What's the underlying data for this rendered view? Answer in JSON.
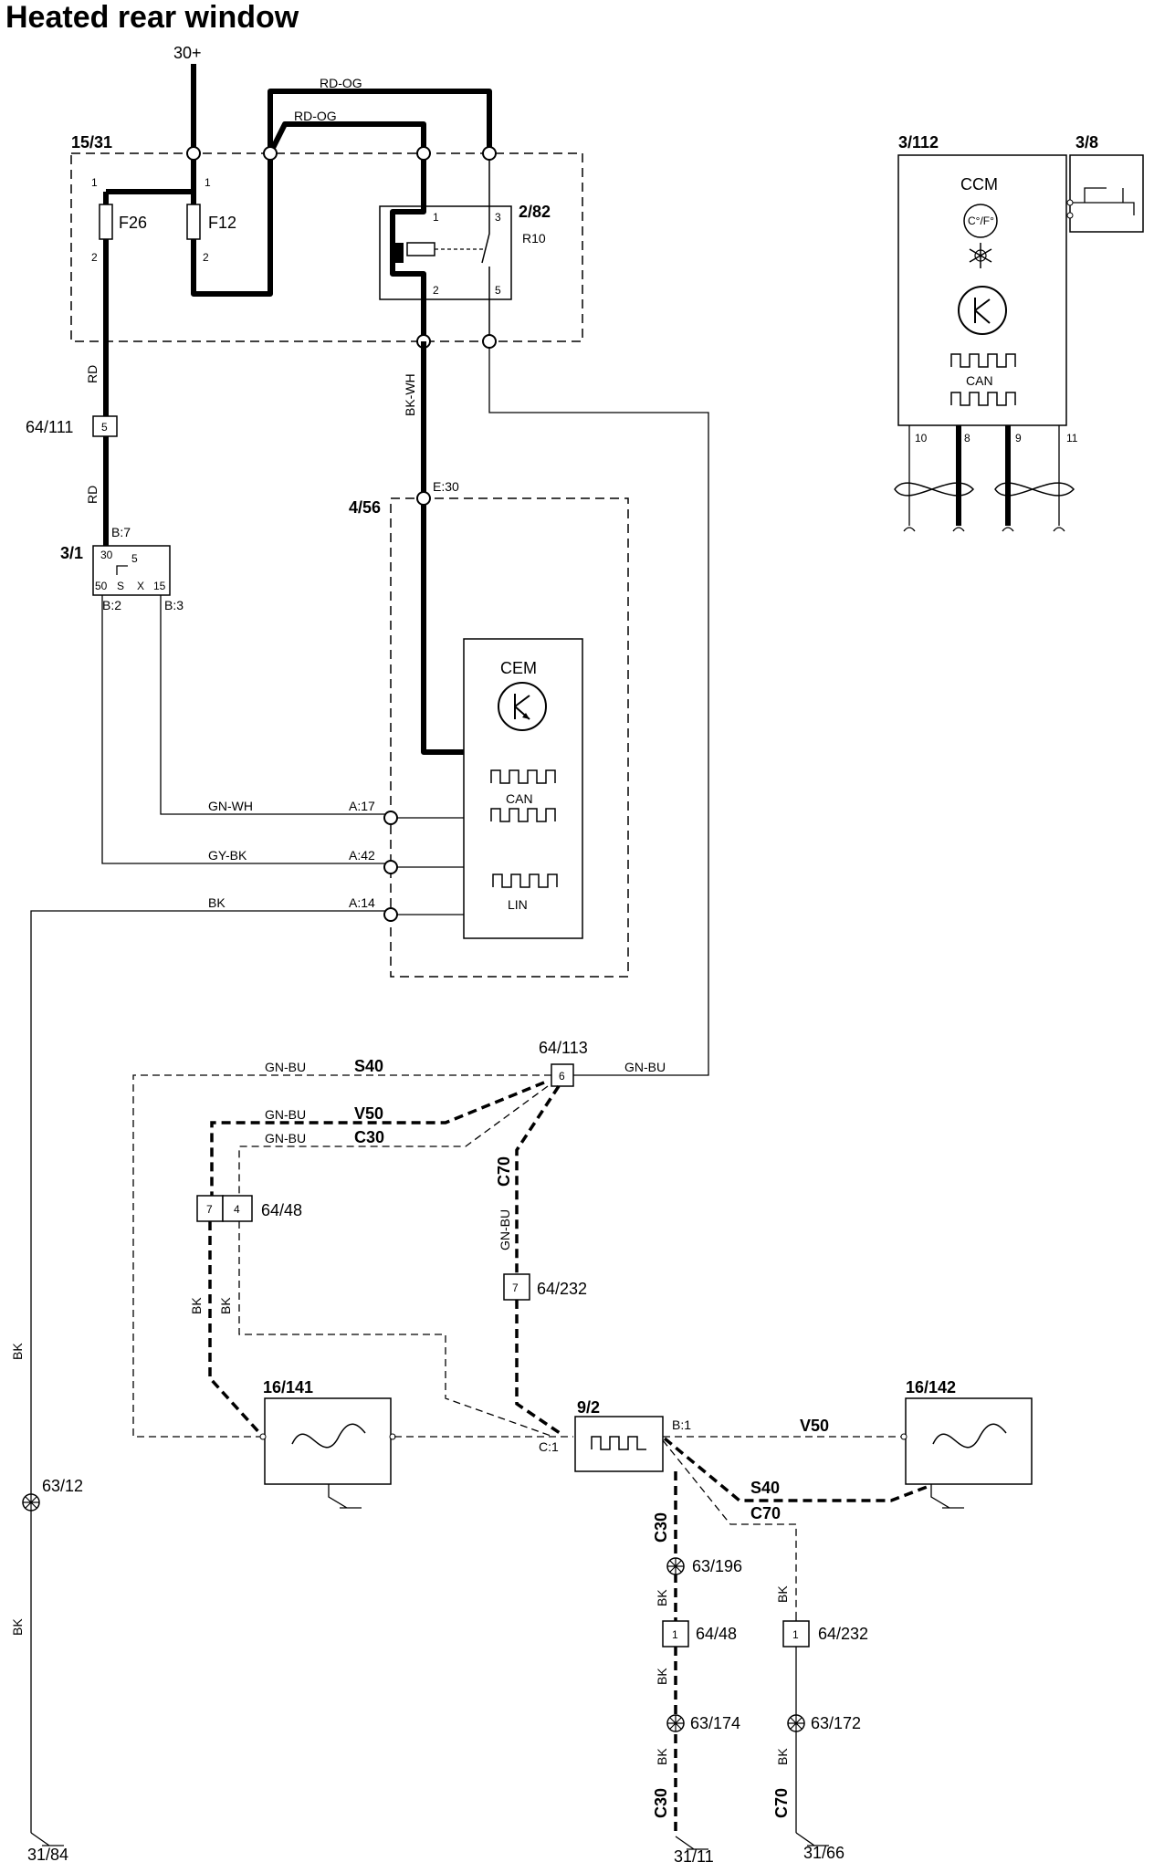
{
  "title": "Heated rear window",
  "supply": "30+",
  "wires": {
    "rd_og": "RD-OG",
    "rd": "RD",
    "bk_wh": "BK-WH",
    "gn_wh": "GN-WH",
    "gy_bk": "GY-BK",
    "bk": "BK",
    "gn_bu": "GN-BU"
  },
  "variants": {
    "s40": "S40",
    "v50": "V50",
    "c30": "C30",
    "c70": "C70"
  },
  "components": {
    "fusebox": "15/31",
    "fuse_f26": "F26",
    "fuse_f12": "F12",
    "relay": "2/82",
    "relay_code": "R10",
    "connector_64_111": "64/111",
    "ignition_switch": "3/1",
    "cem_module": "4/56",
    "cem_label": "CEM",
    "ccm_module": "3/112",
    "ccm_label": "CCM",
    "sensor_3_8": "3/8",
    "connector_64_113": "64/113",
    "connector_64_48": "64/48",
    "connector_64_232": "64/232",
    "rear_window_heater_1": "16/141",
    "rear_window_heater_2": "16/142",
    "heater_element": "9/2",
    "splice_63_12": "63/12",
    "splice_63_196": "63/196",
    "splice_63_174": "63/174",
    "splice_63_172": "63/172",
    "ground_31_84": "31/84",
    "ground_31_11": "31/11",
    "ground_31_66": "31/66"
  },
  "pins": {
    "fuse_top": "1",
    "fuse_bottom": "2",
    "relay_1": "1",
    "relay_2": "2",
    "relay_3": "3",
    "relay_5": "5",
    "c64_111_pin": "5",
    "ign_b7": "B:7",
    "ign_30": "30",
    "ign_5": "5",
    "ign_50": "50",
    "ign_s": "S",
    "ign_x": "X",
    "ign_15": "15",
    "ign_b2": "B:2",
    "ign_b3": "B:3",
    "cem_e30": "E:30",
    "cem_a17": "A:17",
    "cem_a42": "A:42",
    "cem_a14": "A:14",
    "c64_113_pin": "6",
    "c64_48_pin7": "7",
    "c64_48_pin4": "4",
    "c64_232_pin": "7",
    "heater_c1": "C:1",
    "heater_b1": "B:1",
    "ccm_10": "10",
    "ccm_8": "8",
    "ccm_9": "9",
    "ccm_11": "11",
    "c64_48_lower_pin": "1",
    "c64_232_lower_pin": "1"
  },
  "bus": {
    "can": "CAN",
    "lin": "LIN",
    "temp": "C°/F°"
  },
  "icons": [
    "transistor-icon",
    "can-bus-icon",
    "lin-bus-icon",
    "heater-element-icon",
    "ground-icon",
    "splice-icon",
    "fuse-icon",
    "relay-icon",
    "twisted-pair-icon",
    "snowflake-icon",
    "thermometer-icon"
  ]
}
